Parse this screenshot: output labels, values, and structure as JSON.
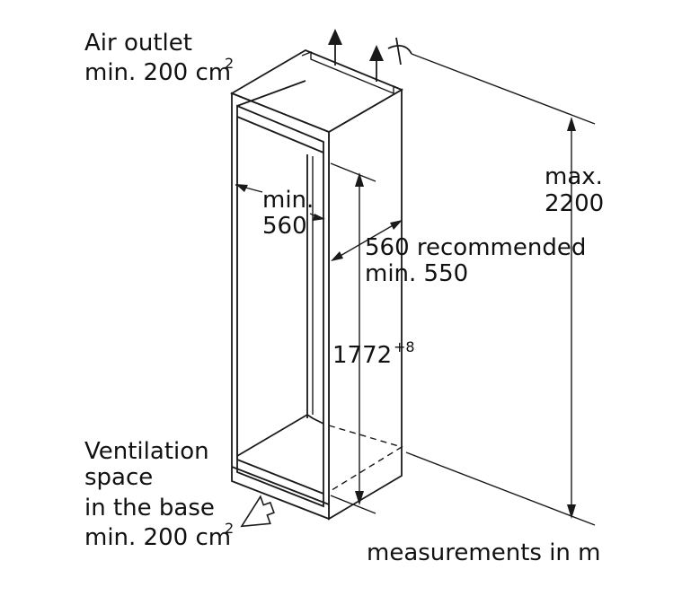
{
  "labels": {
    "air_outlet_line1": "Air outlet",
    "air_outlet_line2": "min. 200 cm",
    "air_outlet_sup": "2",
    "min_width_line1": "min.",
    "min_width_line2": "560",
    "depth_line1": "560 recommended",
    "depth_line2": "min. 550",
    "height_value": "1772",
    "height_tolerance": "+8",
    "max_height_line1": "max.",
    "max_height_line2": "2200",
    "ventilation_line1": "Ventilation",
    "ventilation_line2": "space",
    "ventilation_line3": "in the base",
    "ventilation_line4": "min. 200 cm",
    "ventilation_sup": "2",
    "footer_note": "measurements in m"
  },
  "colors": {
    "line": "#1a1a1a",
    "text": "#111111",
    "background": "#ffffff"
  },
  "icons": {
    "airflow": "up-arrow-icon",
    "ventilation_inlet": "hollow-arrow-icon",
    "fan_symbol": "fan-icon"
  }
}
